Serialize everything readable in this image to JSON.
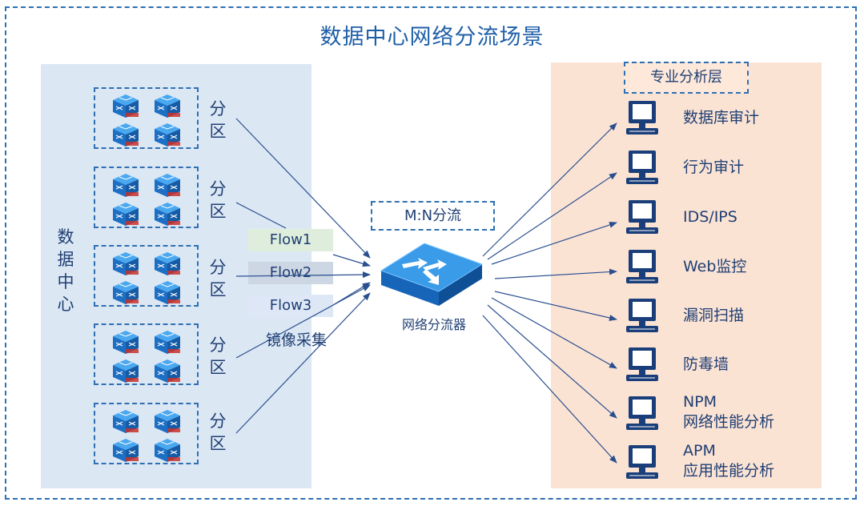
{
  "title": "数据中心网络分流场景",
  "data_center": {
    "label_chars": [
      "数",
      "据",
      "中",
      "心"
    ],
    "partition_chars": [
      "分",
      "区"
    ]
  },
  "flows": [
    "Flow1",
    "Flow2",
    "Flow3"
  ],
  "mirror_label": "镜像采集",
  "splitter": {
    "mode_label": "M:N分流",
    "device_label": "网络分流器"
  },
  "analysis": {
    "layer_label": "专业分析层",
    "tools": [
      {
        "line1": "数据库审计",
        "line2": ""
      },
      {
        "line1": "行为审计",
        "line2": ""
      },
      {
        "line1": "IDS/IPS",
        "line2": ""
      },
      {
        "line1": "Web监控",
        "line2": ""
      },
      {
        "line1": "漏洞扫描",
        "line2": ""
      },
      {
        "line1": "防毒墙",
        "line2": ""
      },
      {
        "line1": "NPM",
        "line2": "网络性能分析"
      },
      {
        "line1": "APM",
        "line2": "应用性能分析"
      }
    ]
  },
  "colors": {
    "border": "#2f6fb3",
    "text": "#1f3f73",
    "left_panel": "#dce7f4",
    "right_panel": "#fbe3d4",
    "device_blue": "#1f7fd6",
    "arrow": "#2a4f8f"
  },
  "icons": {
    "switch": "switch-cube-icon",
    "splitter": "network-splitter-icon",
    "computer": "computer-icon"
  }
}
